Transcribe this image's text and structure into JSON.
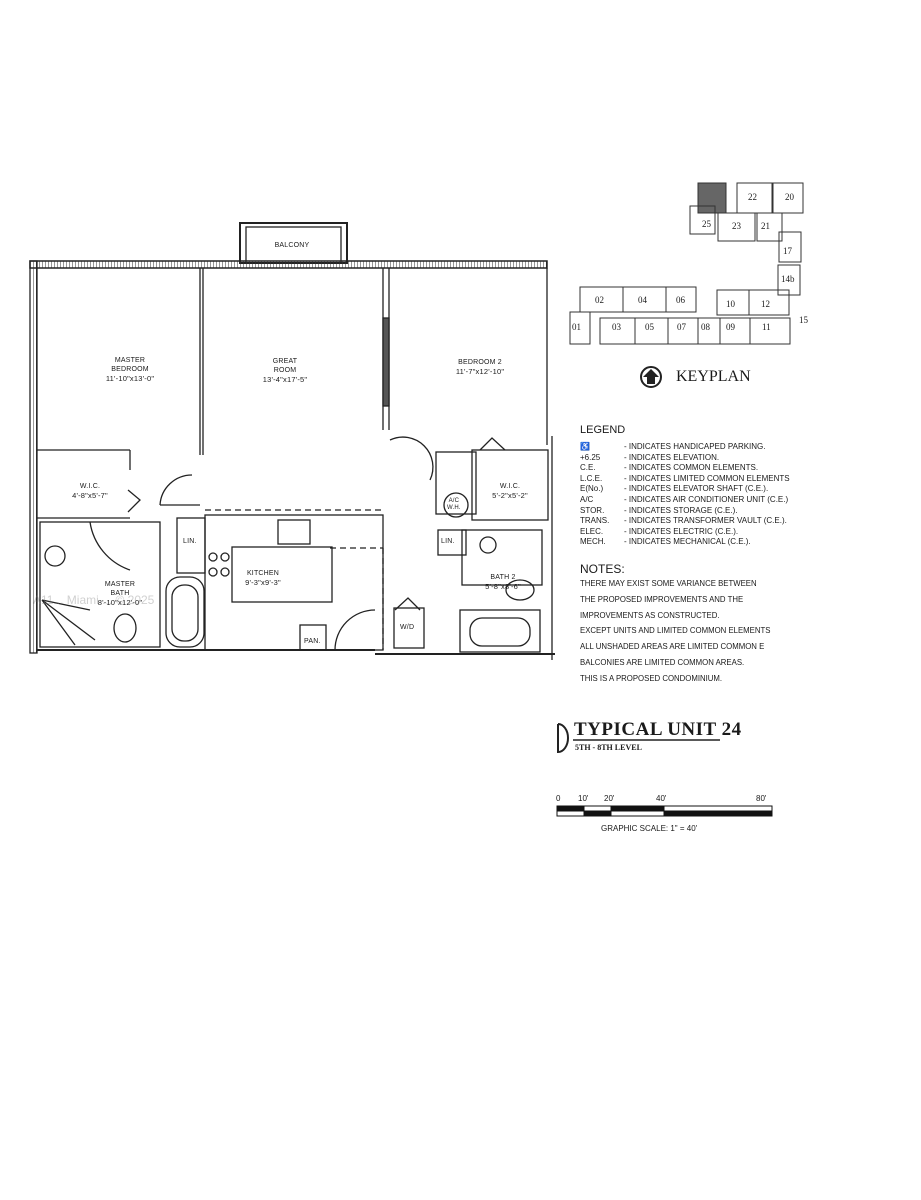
{
  "floorplan": {
    "rooms": {
      "balcony": {
        "name": "BALCONY"
      },
      "master_bedroom": {
        "name1": "MASTER",
        "name2": "BEDROOM",
        "dims": "11'-10\"x13'-0\""
      },
      "great_room": {
        "name1": "GREAT",
        "name2": "ROOM",
        "dims": "13'-4\"x17'-5\""
      },
      "bedroom2": {
        "name": "BEDROOM 2",
        "dims": "11'-7\"x12'-10\""
      },
      "wic_master": {
        "name": "W.I.C.",
        "dims": "4'-8\"x5'-7\""
      },
      "wic_bed2": {
        "name": "W.I.C.",
        "dims": "5'-2\"x5'-2\""
      },
      "kitchen": {
        "name": "KITCHEN",
        "dims": "9'-3\"x9'-3\""
      },
      "master_bath": {
        "name1": "MASTER",
        "name2": "BATH",
        "dims": "8'-10\"x12'-0\""
      },
      "bath2": {
        "name": "BATH 2",
        "dims": "5'-8\"x8'-6\""
      },
      "lin1": "LIN.",
      "lin2": "LIN.",
      "ac_wh1": "A/C",
      "ac_wh2": "W.H.",
      "wd": "W/D",
      "pan": "PAN."
    },
    "watermark": "A11... Miami ... © 2025"
  },
  "keyplan": {
    "label": "KEYPLAN",
    "units": [
      "22",
      "20",
      "25",
      "23",
      "21",
      "17",
      "14b",
      "02",
      "04",
      "06",
      "10",
      "12",
      "15",
      "01",
      "03",
      "05",
      "07",
      "08",
      "09",
      "11"
    ]
  },
  "legend": {
    "title": "LEGEND",
    "items": [
      {
        "key": "♿",
        "desc": "- INDICATES HANDICAPED PARKING."
      },
      {
        "key": "+6.25",
        "desc": "- INDICATES ELEVATION."
      },
      {
        "key": "C.E.",
        "desc": "- INDICATES COMMON ELEMENTS."
      },
      {
        "key": "L.C.E.",
        "desc": "- INDICATES LIMITED COMMON ELEMENTS"
      },
      {
        "key": "E(No.)",
        "desc": "- INDICATES ELEVATOR SHAFT (C.E.)."
      },
      {
        "key": "A/C",
        "desc": "- INDICATES AIR CONDITIONER UNIT (C.E.)"
      },
      {
        "key": "STOR.",
        "desc": "- INDICATES STORAGE (C.E.)."
      },
      {
        "key": "TRANS.",
        "desc": "- INDICATES TRANSFORMER VAULT (C.E.)."
      },
      {
        "key": "ELEC.",
        "desc": "- INDICATES ELECTRIC (C.E.)."
      },
      {
        "key": "MECH.",
        "desc": "- INDICATES MECHANICAL (C.E.)."
      }
    ]
  },
  "notes": {
    "title": "NOTES:",
    "lines": [
      "THERE MAY EXIST SOME VARIANCE BETWEEN",
      "THE PROPOSED IMPROVEMENTS AND THE",
      "IMPROVEMENTS AS CONSTRUCTED.",
      "EXCEPT UNITS AND LIMITED COMMON ELEMENTS",
      "ALL UNSHADED AREAS ARE LIMITED COMMON E",
      "BALCONIES ARE LIMITED COMMON AREAS.",
      "THIS IS A PROPOSED CONDOMINIUM."
    ]
  },
  "title_block": {
    "title": "TYPICAL UNIT 24",
    "subtitle": "5TH - 8TH LEVEL"
  },
  "scale": {
    "ticks": [
      "0",
      "10'",
      "20'",
      "40'",
      "80'"
    ],
    "label": "GRAPHIC SCALE: 1\" = 40'"
  }
}
